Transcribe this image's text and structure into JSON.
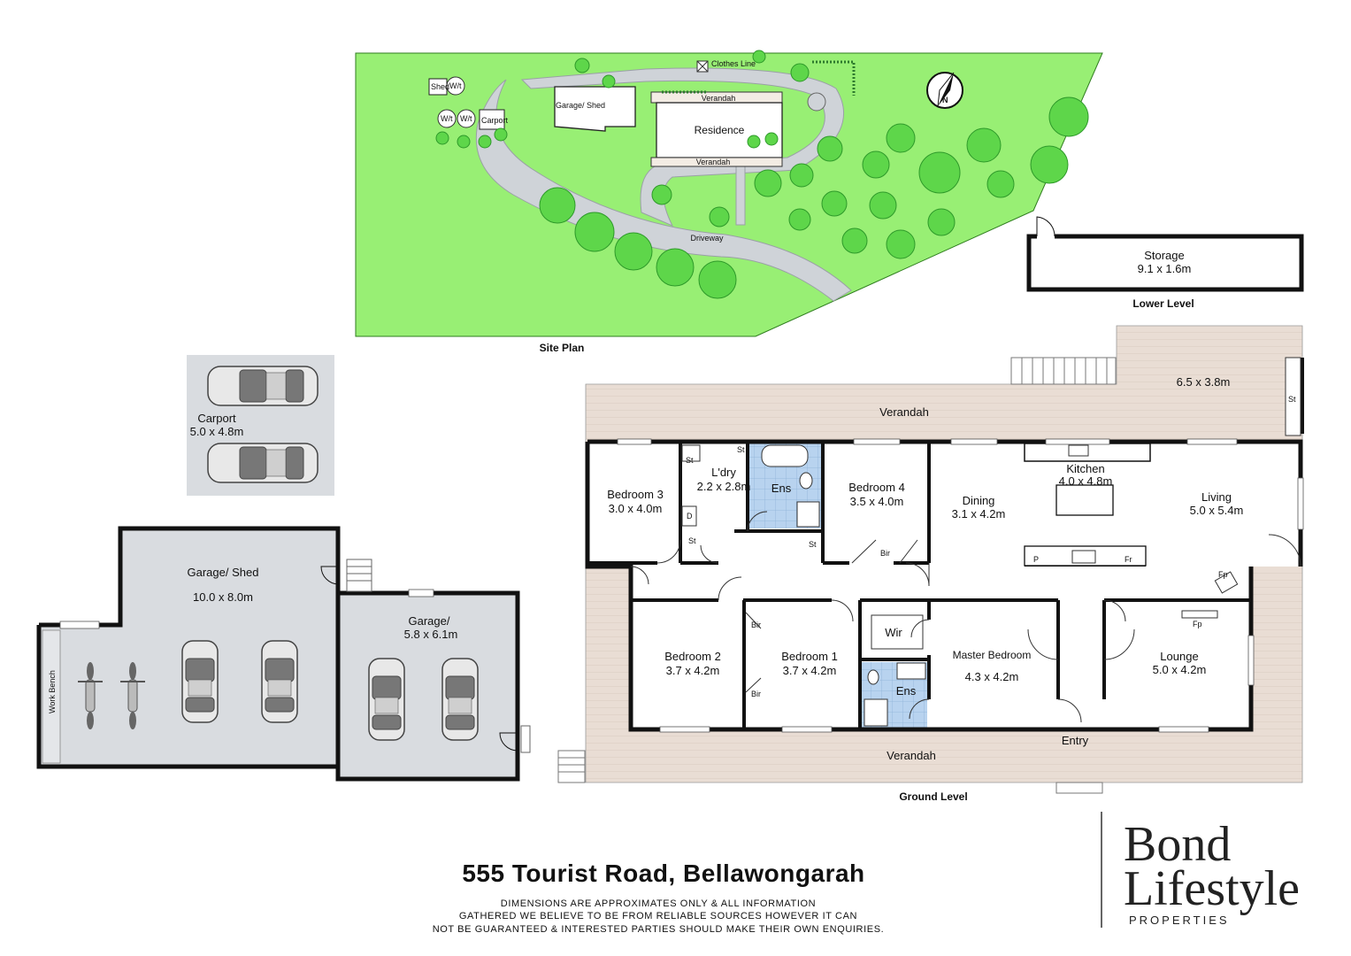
{
  "site_plan": {
    "caption": "Site Plan",
    "labels": {
      "shed": "Shed",
      "wt1": "W/t",
      "wt2": "W/t",
      "wt3": "W/t",
      "carport": "Carport",
      "garage_shed": "Garage/ Shed",
      "clothes_line": "Clothes Line",
      "verandah_top": "Verandah",
      "residence": "Residence",
      "verandah_bottom": "Verandah",
      "driveway": "Driveway"
    }
  },
  "lower_level": {
    "caption": "Lower Level",
    "storage": {
      "name": "Storage",
      "dims": "9.1 x 1.6m"
    }
  },
  "carport": {
    "name": "Carport",
    "dims": "5.0 x 4.8m"
  },
  "garage_shed": {
    "name": "Garage/ Shed",
    "dims": "10.0 x 8.0m",
    "work_bench": "Work Bench"
  },
  "garage": {
    "name": "Garage/",
    "dims": "5.8 x 6.1m"
  },
  "ground_level": {
    "caption": "Ground Level",
    "verandah_top": "Verandah",
    "verandah_bottom": "Verandah",
    "deck_dims": "6.5 x 3.8m",
    "entry": "Entry",
    "rooms": {
      "bedroom3": {
        "name": "Bedroom 3",
        "dims": "3.0 x 4.0m"
      },
      "laundry": {
        "name": "L'dry",
        "dims": "2.2 x 2.8m"
      },
      "ens1": {
        "name": "Ens"
      },
      "bedroom4": {
        "name": "Bedroom 4",
        "dims": "3.5 x 4.0m"
      },
      "dining": {
        "name": "Dining",
        "dims": "3.1 x 4.2m"
      },
      "kitchen": {
        "name": "Kitchen",
        "dims": "4.0 x 4.8m"
      },
      "living": {
        "name": "Living",
        "dims": "5.0 x 5.4m"
      },
      "bedroom2": {
        "name": "Bedroom 2",
        "dims": "3.7 x 4.2m"
      },
      "bedroom1": {
        "name": "Bedroom 1",
        "dims": "3.7 x 4.2m"
      },
      "wir": {
        "name": "Wir"
      },
      "ens2": {
        "name": "Ens"
      },
      "master": {
        "name": "Master Bedroom",
        "dims": "4.3 x 4.2m"
      },
      "lounge": {
        "name": "Lounge",
        "dims": "5.0 x 4.2m"
      }
    },
    "small_labels": {
      "st": "St",
      "d": "D",
      "bir": "Bir",
      "p": "P",
      "fr": "Fr",
      "fp": "Fp"
    }
  },
  "address": "555 Tourist Road, Bellawongarah",
  "disclaimer": [
    "DIMENSIONS ARE APPROXIMATES ONLY & ALL INFORMATION",
    "GATHERED WE BELIEVE TO BE FROM RELIABLE SOURCES HOWEVER IT CAN",
    "NOT BE GUARANTEED & INTERESTED PARTIES SHOULD MAKE THEIR OWN ENQUIRIES."
  ],
  "brand": {
    "line1": "Bond",
    "line2": "Lifestyle",
    "line3": "PROPERTIES"
  },
  "colors": {
    "grass": "#98ef74",
    "tree": "#5ed64a",
    "driveway": "#cfd3d8",
    "floor": "#d9dce0",
    "verandah": "#e9ddd4",
    "tile": "#b8d3ef",
    "wall": "#111111"
  }
}
